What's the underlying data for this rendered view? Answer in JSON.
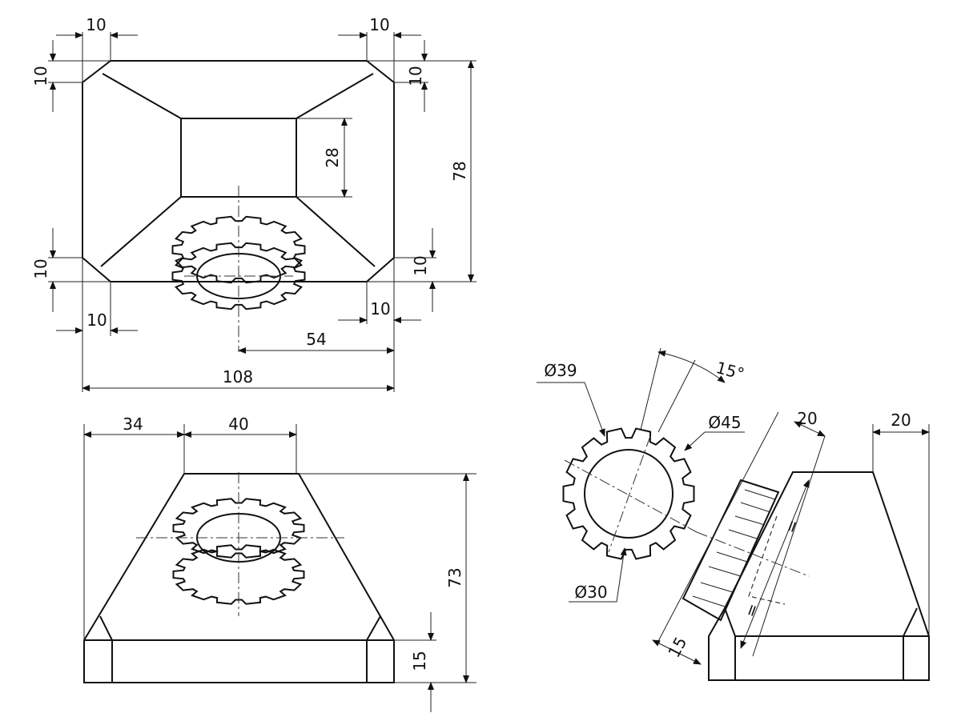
{
  "drawing": {
    "top_view": {
      "dims": {
        "top_left_width": "10",
        "top_right_width": "10",
        "left_top_height": "10",
        "right_top_height": "10",
        "inner_height": "28",
        "overall_height": "78",
        "left_bottom_height": "10",
        "right_bottom_height": "10",
        "bottom_left_width": "10",
        "bottom_right_width": "10",
        "center_offset": "54",
        "overall_width": "108"
      }
    },
    "front_view": {
      "dims": {
        "left_offset": "34",
        "top_width": "40",
        "overall_height": "73",
        "base_height": "15"
      }
    },
    "detail_view": {
      "dims": {
        "root_diameter": "Ø39",
        "tooth_angle": "15°",
        "outer_diameter": "Ø45",
        "bore_diameter": "Ø30",
        "gear_width": "20",
        "gear_depth": "15",
        "equal_1": "=",
        "equal_2": "="
      }
    },
    "side_view": {
      "dims": {
        "top_offset": "20"
      }
    },
    "gear_teeth": 14
  }
}
